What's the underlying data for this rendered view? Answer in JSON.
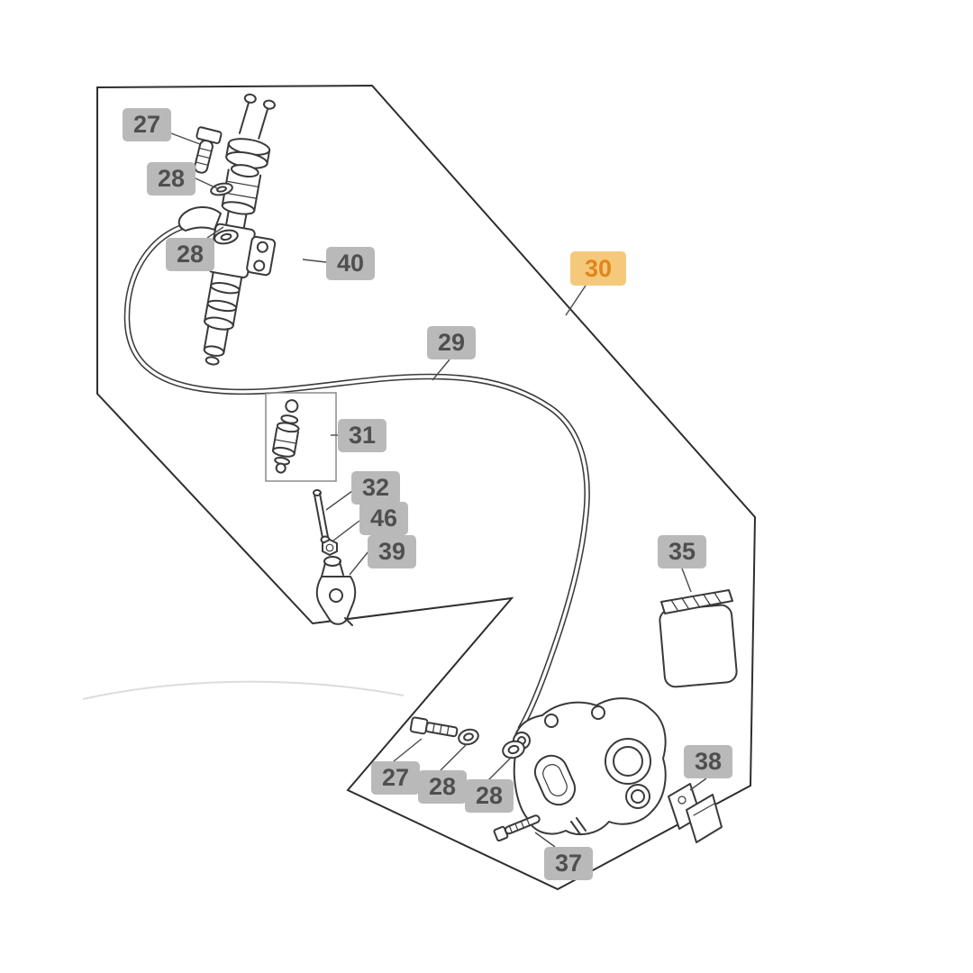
{
  "colors": {
    "background": "#ffffff",
    "line": "#3a3a3a",
    "leader": "#4a4a4a",
    "boundary": "#2e2e2e",
    "callout_bg": "#b9b9b9",
    "callout_text": "#4f4f4f",
    "callout_highlight_bg": "#f5c97c",
    "callout_highlight_text": "#e0861a"
  },
  "callouts": [
    {
      "id": "27-top",
      "part_number": "27",
      "highlighted": false
    },
    {
      "id": "28-top-1",
      "part_number": "28",
      "highlighted": false
    },
    {
      "id": "28-top-2",
      "part_number": "28",
      "highlighted": false
    },
    {
      "id": "40",
      "part_number": "40",
      "highlighted": false
    },
    {
      "id": "30",
      "part_number": "30",
      "highlighted": true
    },
    {
      "id": "29",
      "part_number": "29",
      "highlighted": false
    },
    {
      "id": "31",
      "part_number": "31",
      "highlighted": false
    },
    {
      "id": "32",
      "part_number": "32",
      "highlighted": false
    },
    {
      "id": "46",
      "part_number": "46",
      "highlighted": false
    },
    {
      "id": "39",
      "part_number": "39",
      "highlighted": false
    },
    {
      "id": "35",
      "part_number": "35",
      "highlighted": false
    },
    {
      "id": "27-bottom",
      "part_number": "27",
      "highlighted": false
    },
    {
      "id": "28-bottom-1",
      "part_number": "28",
      "highlighted": false
    },
    {
      "id": "28-bottom-2",
      "part_number": "28",
      "highlighted": false
    },
    {
      "id": "38",
      "part_number": "38",
      "highlighted": false
    },
    {
      "id": "37",
      "part_number": "37",
      "highlighted": false
    }
  ]
}
